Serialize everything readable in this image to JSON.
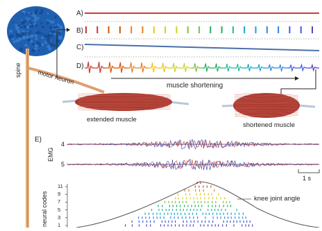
{
  "labels": {
    "row_a": "A)",
    "row_b": "B)",
    "row_c": "C)",
    "row_d": "D)",
    "row_e": "E)",
    "spine": "spine",
    "motor_neuron": "motor neuron",
    "muscle_shortening": "muscle shortening",
    "extended_muscle": "extended muscle",
    "shortened_muscle": "shortened muscle",
    "emg": "EMG",
    "channel_4": "4",
    "channel_5": "5",
    "scale_bar": "1 s",
    "neural_codes": "neural codes",
    "knee_joint_angle": "knee joint angle"
  },
  "neural_code_ticks": [
    "11",
    "9",
    "7",
    "5",
    "3",
    "1"
  ],
  "colors": {
    "brain": "#1f5fb0",
    "spine": "#e0a070",
    "muscle": "#a8352c",
    "tendon": "#b8c8d8",
    "line_a": "#d23b2e",
    "line_c": "#4a6fa8",
    "emg_red": "#c0392b",
    "emg_blue": "#2c3e9e",
    "angle_curve": "#555555"
  },
  "rainbow": [
    "#c0392b",
    "#d35400",
    "#e67e22",
    "#f1c40f",
    "#c8d42a",
    "#7cc242",
    "#27ae60",
    "#1abc9c",
    "#16a5c8",
    "#2e86de",
    "#3b5bdb",
    "#5a3fc0"
  ]
}
